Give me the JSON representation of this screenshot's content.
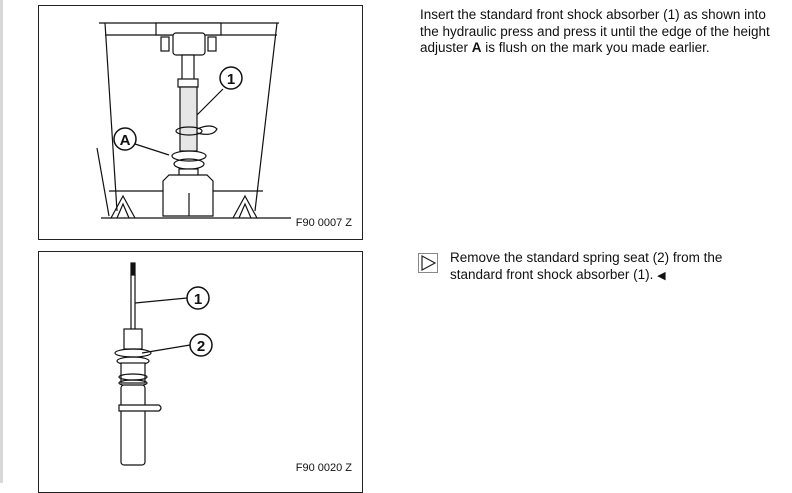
{
  "step1": {
    "text_before": "Insert the standard front shock absorber (1) as shown into the hydraulic press and press it until the edge of the height adjuster ",
    "bold": "A",
    "text_after": " is flush on the mark you made earlier."
  },
  "figure1": {
    "caption": "F90 0007 Z",
    "callouts": [
      "1",
      "A"
    ]
  },
  "figure2": {
    "caption": "F90 0020 Z",
    "callouts": [
      "1",
      "2"
    ]
  },
  "step2": {
    "icon": "play-triangle-icon",
    "text": "Remove the standard spring seat (2) from the standard front shock absorber (1).",
    "end_icon": "end-marker-icon"
  }
}
